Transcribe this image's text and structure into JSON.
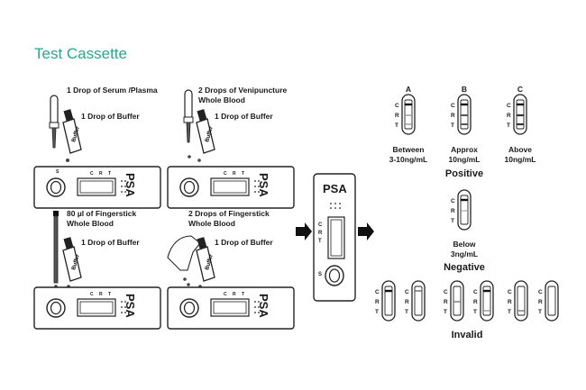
{
  "title": "Test Cassette",
  "steps": {
    "serum": {
      "drop": "1 Drop of Serum /Plasma",
      "buffer": "1 Drop of Buffer"
    },
    "venipuncture": {
      "drop_line1": "2 Drops of Venipuncture",
      "drop_line2": "Whole Blood",
      "buffer": "1 Drop of Buffer"
    },
    "fingerstick_80": {
      "drop_line1": "80 µl of Fingerstick",
      "drop_line2": "Whole Blood",
      "buffer": "1 Drop of Buffer"
    },
    "fingerstick_2": {
      "drop_line1": "2 Drops of Fingerstick",
      "drop_line2": "Whole Blood",
      "buffer": "1 Drop of Buffer"
    }
  },
  "cassette": {
    "brand": "PSA",
    "well_label": "S",
    "lines": [
      "C",
      "R",
      "T"
    ]
  },
  "results": {
    "positive": {
      "heading": "Positive",
      "items": [
        {
          "letter": "A",
          "desc_line1": "Between",
          "desc_line2": "3-10ng/mL"
        },
        {
          "letter": "B",
          "desc_line1": "Approx",
          "desc_line2": "10ng/mL"
        },
        {
          "letter": "C",
          "desc_line1": "Above",
          "desc_line2": "10ng/mL"
        }
      ]
    },
    "negative": {
      "heading": "Negative",
      "desc_line1": "Below",
      "desc_line2": "3ng/mL"
    },
    "invalid": {
      "heading": "Invalid"
    }
  }
}
